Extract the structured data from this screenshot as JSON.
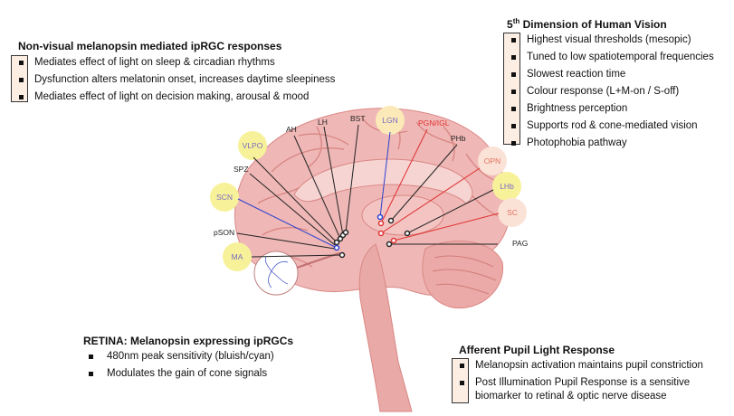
{
  "nonvisual": {
    "title": "Non-visual melanopsin mediated ipRGC responses",
    "items": [
      "Mediates effect of light on sleep & circadian rhythms",
      "Dysfunction alters melatonin onset, increases daytime sleepiness",
      "Mediates effect of light on decision making, arousal & mood"
    ]
  },
  "fifth": {
    "title_num": "5",
    "title_sup": "th",
    "title_rest": " Dimension of Human Vision",
    "items": [
      "Highest visual thresholds (mesopic)",
      "Tuned to low spatiotemporal frequencies",
      "Slowest reaction time",
      "Colour response (L+M-on / S-off)",
      "Brightness perception",
      "Supports rod & cone-mediated vision",
      "Photophobia pathway"
    ]
  },
  "retina": {
    "title": "RETINA: Melanopsin expressing ipRGCs",
    "items": [
      "480nm peak sensitivity (bluish/cyan)",
      "Modulates the gain of cone signals"
    ]
  },
  "pupil": {
    "title": "Afferent Pupil Light Response",
    "items": [
      "Melanopsin activation maintains pupil constriction",
      "Post Illumination Pupil Response is a sensitive",
      "biomarker to retinal & optic nerve disease"
    ]
  },
  "labels": {
    "vlpo": "VLPO",
    "spz": "SPZ",
    "ah": "AH",
    "lh": "LH",
    "bst": "BST",
    "lgn": "LGN",
    "pgn": "PGN/IGL",
    "phb": "PHb",
    "opn": "OPN",
    "lhb": "LHb",
    "sc": "SC",
    "scn": "SCN",
    "pson": "pSON",
    "ma": "MA",
    "pag": "PAG"
  },
  "colors": {
    "brain": "#efb8b6",
    "brain_dark": "#d98784",
    "yellow_circle": "#f7f29a",
    "peach_circle": "#fbe2d6",
    "blue_line": "#2a3fd0",
    "red_line": "#e03030",
    "black_line": "#222222",
    "box_fill": "#fdeee4"
  }
}
